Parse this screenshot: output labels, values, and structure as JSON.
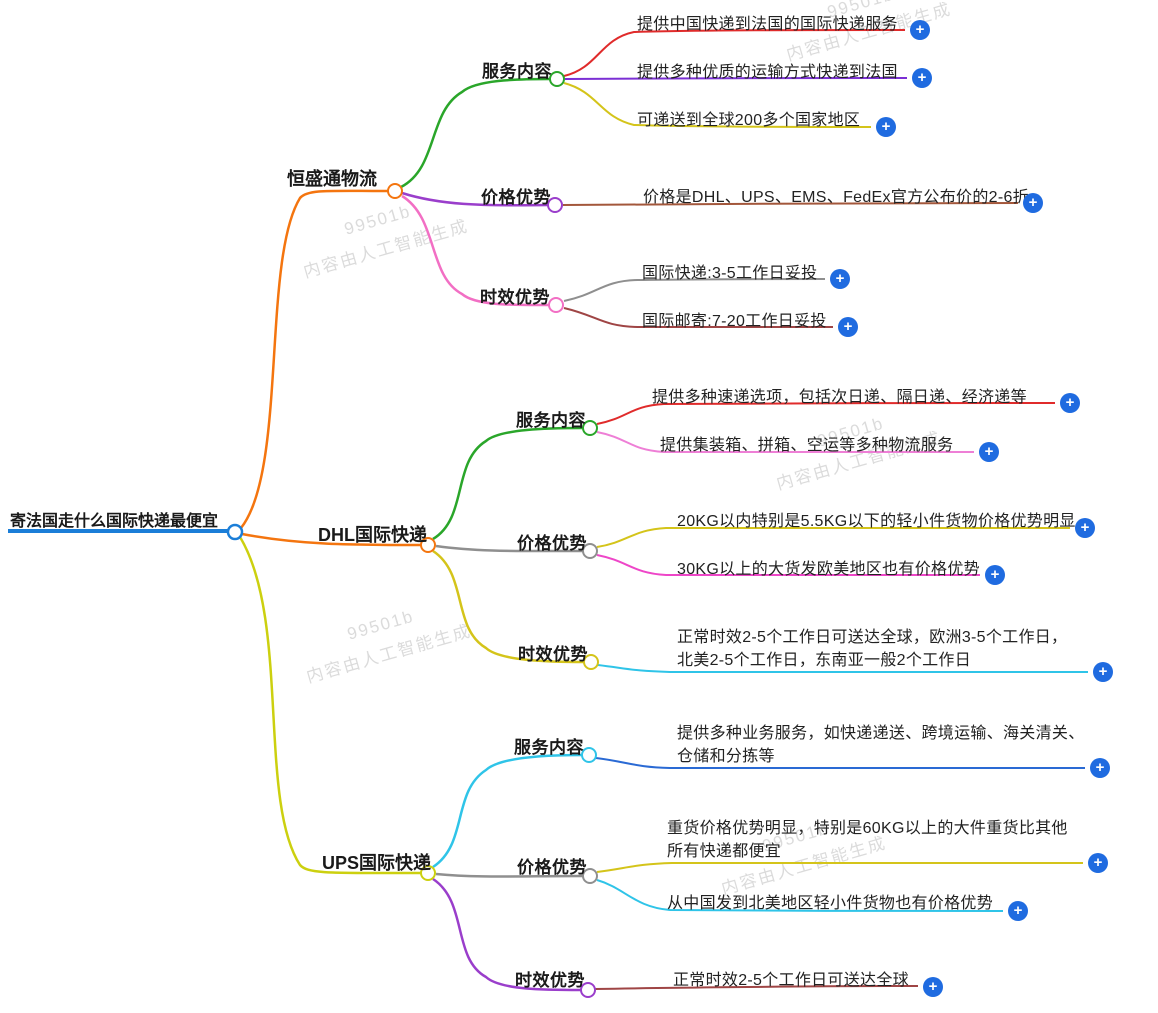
{
  "ui": {
    "plus_glyph": "+",
    "plus_color": "#1f6be0",
    "background": "#ffffff"
  },
  "watermark": {
    "line1": "99501b",
    "line2": "内容由人工智能生成"
  },
  "root": {
    "label": "寄法国走什么国际快递最便宜",
    "color": "#1b7ed8"
  },
  "branches": [
    {
      "label": "恒盛通物流",
      "color": "#f4750f",
      "children": [
        {
          "label": "服务内容",
          "color": "#2aa62a",
          "leaves": [
            {
              "text": "提供中国快递到法国的国际快递服务",
              "color": "#e02b2b"
            },
            {
              "text": "提供多种优质的运输方式快递到法国",
              "color": "#7b2fd4"
            },
            {
              "text": "可递送到全球200多个国家地区",
              "color": "#d4c41a"
            }
          ]
        },
        {
          "label": "价格优势",
          "color": "#9a3ecb",
          "leaves": [
            {
              "text": "价格是DHL、UPS、EMS、FedEx官方公布价的2-6折",
              "color": "#a3573b"
            }
          ]
        },
        {
          "label": "时效优势",
          "color": "#f26fc4",
          "leaves": [
            {
              "text": "国际快递:3-5工作日妥投",
              "color": "#8f8f8f"
            },
            {
              "text": "国际邮寄:7-20工作日妥投",
              "color": "#9f4545"
            }
          ]
        }
      ]
    },
    {
      "label": "DHL国际快递",
      "color": "#f4750f",
      "children": [
        {
          "label": "服务内容",
          "color": "#2aa62a",
          "leaves": [
            {
              "text": "提供多种速递选项，包括次日递、隔日递、经济递等",
              "color": "#e02b2b"
            },
            {
              "text": "提供集装箱、拼箱、空运等多种物流服务",
              "color": "#ee7fd6"
            }
          ]
        },
        {
          "label": "价格优势",
          "color": "#8f8f8f",
          "leaves": [
            {
              "text": "20KG以内特别是5.5KG以下的轻小件货物价格优势明显",
              "color": "#d4c41a"
            },
            {
              "text": "30KG以上的大货发欧美地区也有价格优势",
              "color": "#ee46c8"
            }
          ]
        },
        {
          "label": "时效优势",
          "color": "#d4c41a",
          "leaves": [
            {
              "text": "正常时效2-5个工作日可送达全球，欧洲3-5个工作日，\n北美2-5个工作日，东南亚一般2个工作日",
              "color": "#2fc4e8"
            }
          ]
        }
      ]
    },
    {
      "label": "UPS国际快递",
      "color": "#ccd00f",
      "children": [
        {
          "label": "服务内容",
          "color": "#2fc4e8",
          "leaves": [
            {
              "text": "提供多种业务服务，如快递递送、跨境运输、海关清关、\n仓储和分拣等",
              "color": "#2a6ad4"
            }
          ]
        },
        {
          "label": "价格优势",
          "color": "#8f8f8f",
          "leaves": [
            {
              "text": "重货价格优势明显，特别是60KG以上的大件重货比其他\n所有快递都便宜",
              "color": "#d4c41a"
            },
            {
              "text": "从中国发到北美地区轻小件货物也有价格优势",
              "color": "#2fc4e8"
            }
          ]
        },
        {
          "label": "时效优势",
          "color": "#9a3ecb",
          "leaves": [
            {
              "text": "正常时效2-5个工作日可送达全球",
              "color": "#9f4545"
            }
          ]
        }
      ]
    }
  ]
}
